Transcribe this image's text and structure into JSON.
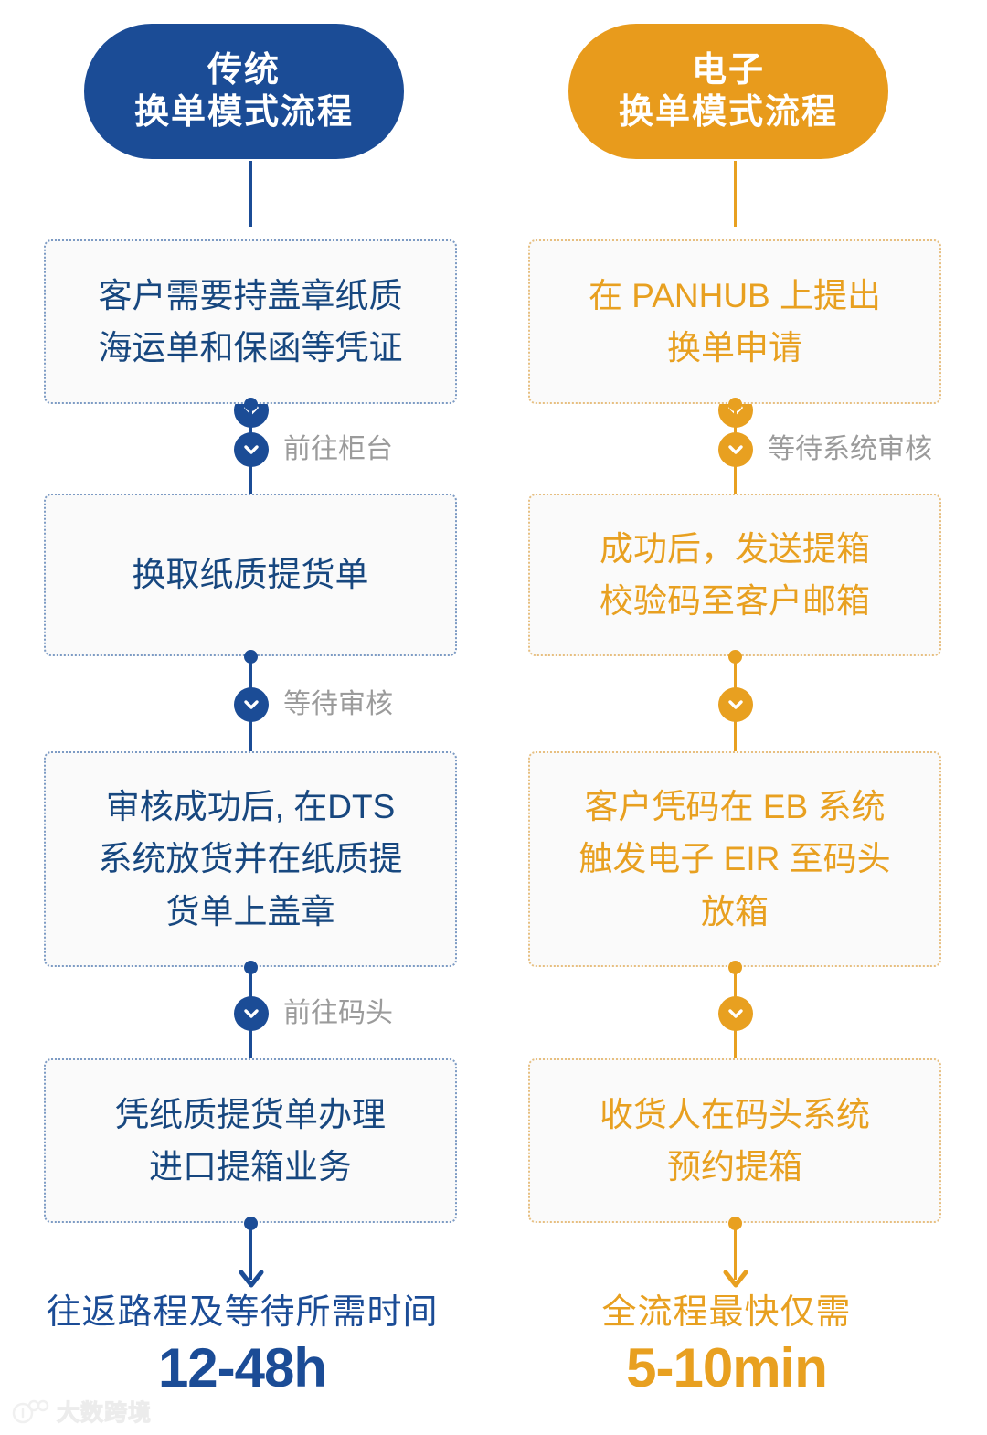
{
  "columns": [
    {
      "id": "traditional",
      "accent": "#1B4C96",
      "header": {
        "line1": "传统",
        "line2": "换单模式流程"
      },
      "steps": [
        {
          "text": "客户需要持盖章纸质\n海运单和保函等凭证"
        },
        {
          "text": "换取纸质提货单"
        },
        {
          "text": "审核成功后, 在DTS\n系统放货并在纸质提\n货单上盖章"
        },
        {
          "text": "凭纸质提货单办理\n进口提箱业务"
        }
      ],
      "connector_labels": [
        "",
        "前往柜台",
        "等待审核",
        "前往码头"
      ],
      "summary": {
        "caption": "往返路程及等待所需时间",
        "value": "12-48h"
      }
    },
    {
      "id": "electronic",
      "accent": "#E8A020",
      "header": {
        "line1": "电子",
        "line2": "换单模式流程"
      },
      "steps": [
        {
          "text": "在 PANHUB 上提出\n换单申请"
        },
        {
          "text": "成功后，发送提箱\n校验码至客户邮箱"
        },
        {
          "text": "客户凭码在 EB 系统\n触发电子 EIR 至码头\n放箱"
        },
        {
          "text": "收货人在码头系统\n预约提箱"
        }
      ],
      "connector_labels": [
        "",
        "等待系统审核",
        "",
        ""
      ],
      "summary": {
        "caption": "全流程最快仅需",
        "value": "5-10min"
      }
    }
  ],
  "watermark": {
    "text": "大数跨境"
  },
  "colors": {
    "blue": "#1B4C96",
    "blue_text": "#17477f",
    "orange": "#E8A020",
    "orange_header": "#E89B1C",
    "label_gray": "#9b9b9b",
    "box_fill": "#fafafa",
    "background": "#ffffff"
  }
}
